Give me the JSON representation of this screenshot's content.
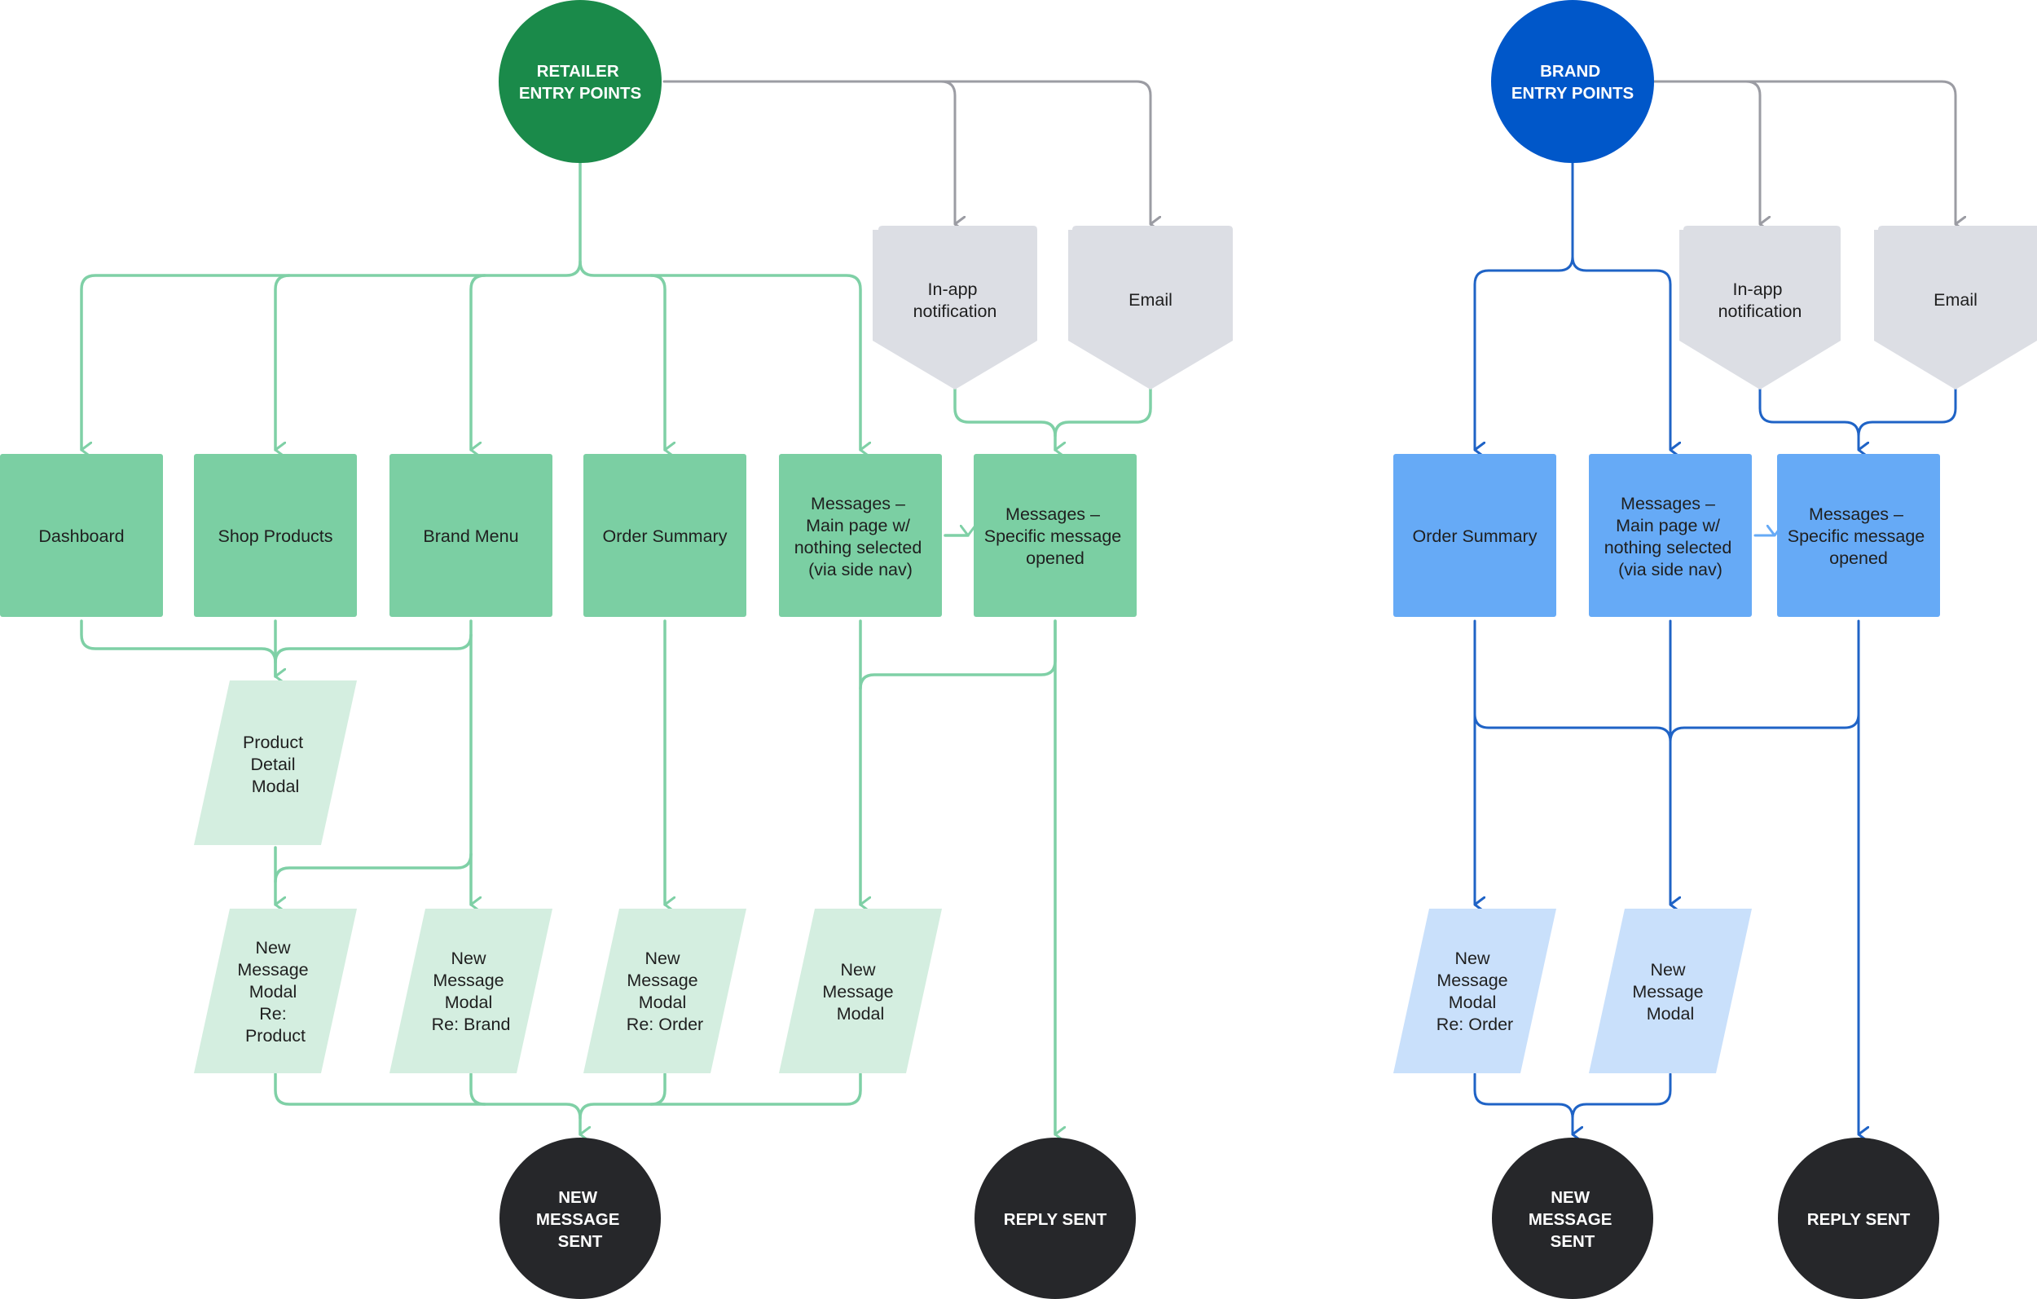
{
  "colors": {
    "green_dark": "#1a8a4a",
    "green_box": "#7bcfa3",
    "green_light": "#d4eee0",
    "green_line": "#7fd0a6",
    "blue_dark": "#0057c9",
    "blue_box": "#66aaf6",
    "blue_light": "#c9e0fb",
    "blue_line": "#1f63c6",
    "grey_shape": "#dcdee4",
    "grey_line": "#9b9ca3",
    "black": "#26272a"
  },
  "retailer": {
    "entry": [
      "RETAILER",
      "ENTRY POINTS"
    ],
    "in_app": [
      "In-app",
      "notification"
    ],
    "email": [
      "Email"
    ],
    "dashboard": [
      "Dashboard"
    ],
    "shop_products": [
      "Shop Products"
    ],
    "brand_menu": [
      "Brand Menu"
    ],
    "order_summary": [
      "Order Summary"
    ],
    "messages_main": [
      "Messages –",
      "Main page w/",
      "nothing selected",
      "(via side nav)"
    ],
    "messages_specific": [
      "Messages –",
      "Specific message",
      "opened"
    ],
    "product_detail": [
      "Product",
      "Detail",
      "Modal"
    ],
    "new_msg_product": [
      "New",
      "Message",
      "Modal",
      "Re:",
      "Product"
    ],
    "new_msg_brand": [
      "New",
      "Message",
      "Modal",
      "Re: Brand"
    ],
    "new_msg_order": [
      "New",
      "Message",
      "Modal",
      "Re: Order"
    ],
    "new_msg": [
      "New",
      "Message",
      "Modal"
    ],
    "new_message_sent": [
      "NEW",
      "MESSAGE",
      "SENT"
    ],
    "reply_sent": [
      "REPLY SENT"
    ]
  },
  "brand": {
    "entry": [
      "BRAND",
      "ENTRY POINTS"
    ],
    "in_app": [
      "In-app",
      "notification"
    ],
    "email": [
      "Email"
    ],
    "order_summary": [
      "Order Summary"
    ],
    "messages_main": [
      "Messages –",
      "Main page w/",
      "nothing selected",
      "(via side nav)"
    ],
    "messages_specific": [
      "Messages –",
      "Specific message",
      "opened"
    ],
    "new_msg_order": [
      "New",
      "Message",
      "Modal",
      "Re: Order"
    ],
    "new_msg": [
      "New",
      "Message",
      "Modal"
    ],
    "new_message_sent": [
      "NEW",
      "MESSAGE",
      "SENT"
    ],
    "reply_sent": [
      "REPLY SENT"
    ]
  }
}
